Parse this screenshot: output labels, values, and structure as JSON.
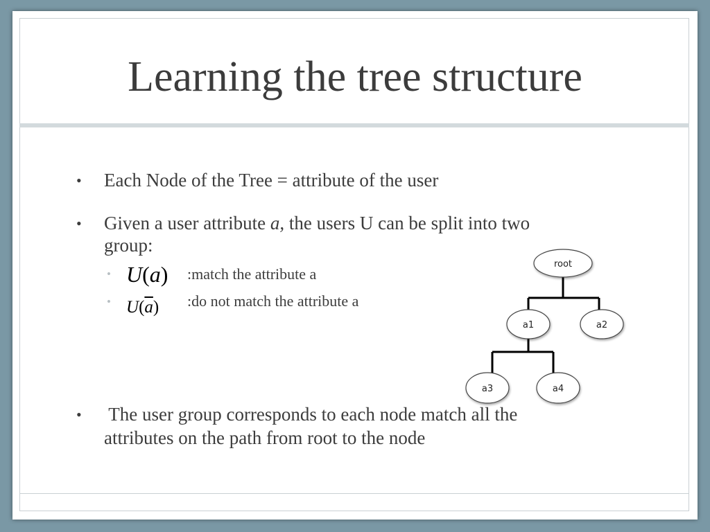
{
  "slide": {
    "title": "Learning the tree structure",
    "bullets": [
      {
        "text": "Each Node of the Tree = attribute of the user"
      },
      {
        "text_before": "Given a user attribute ",
        "text_italic": "a,",
        "text_after": " the users U can be split into two",
        "text_line2": "group:"
      },
      {
        "text": " The user group corresponds to each node match all the",
        "text_line2": "attributes on the path from root to the node"
      }
    ],
    "sub_bullets": [
      {
        "math_U": "U",
        "math_open": "(",
        "math_var": "a",
        "math_close": ")",
        "text": ":match the attribute a"
      },
      {
        "math_U": "U",
        "math_open": "(",
        "math_var": "a",
        "math_close": ")",
        "text": ":do not match the attribute a"
      }
    ],
    "bullet_glyph": "•",
    "tree": {
      "nodes": [
        {
          "id": "root",
          "label": "root"
        },
        {
          "id": "a1",
          "label": "a1"
        },
        {
          "id": "a2",
          "label": "a2"
        },
        {
          "id": "a3",
          "label": "a3"
        },
        {
          "id": "a4",
          "label": "a4"
        }
      ],
      "edges": [
        [
          "root",
          "a1"
        ],
        [
          "root",
          "a2"
        ],
        [
          "a1",
          "a3"
        ],
        [
          "a1",
          "a4"
        ]
      ]
    }
  }
}
